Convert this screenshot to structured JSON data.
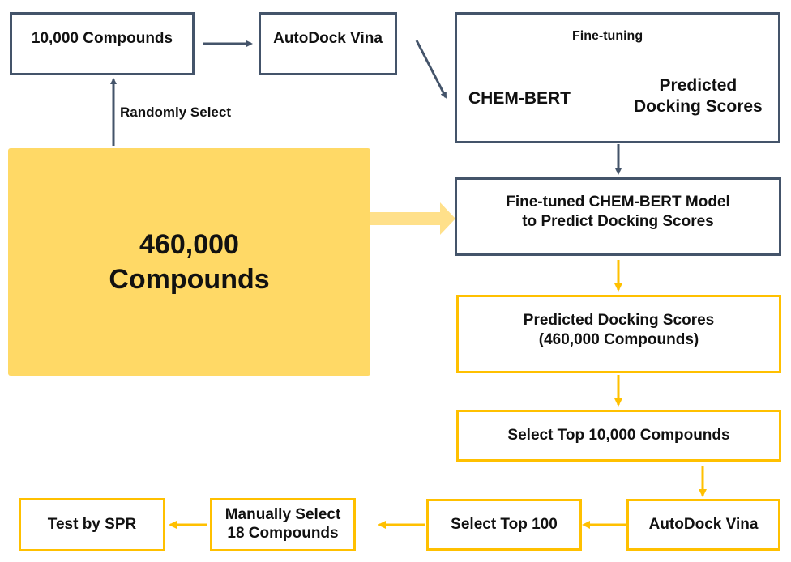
{
  "diagram": {
    "nodes": {
      "sample_compounds": "10,000 Compounds",
      "autodock_top": "AutoDock Vina",
      "finetune_box": {
        "label": "Fine-tuning",
        "model": "CHEM-BERT",
        "output_line1": "Predicted",
        "output_line2": "Docking Scores"
      },
      "library": {
        "line1": "460,000",
        "line2": "Compounds"
      },
      "finetuned_model": {
        "line1": "Fine-tuned CHEM-BERT Model",
        "line2": "to Predict Docking Scores"
      },
      "predicted_scores": {
        "line1": "Predicted Docking Scores",
        "line2": "(460,000 Compounds)"
      },
      "select_top_10000": "Select Top 10,000 Compounds",
      "autodock_bottom": "AutoDock Vina",
      "select_top_100": "Select Top 100",
      "manual_select": {
        "line1": "Manually Select",
        "line2": "18 Compounds"
      },
      "test_spr": "Test by SPR"
    },
    "edge_labels": {
      "random_select": "Randomly Select"
    },
    "colors": {
      "navy": "#44546a",
      "gold": "#ffc000",
      "library_fill": "#ffd966",
      "big_arrow": "#ffe08a",
      "finetune_arc": "#a6adb8"
    }
  }
}
